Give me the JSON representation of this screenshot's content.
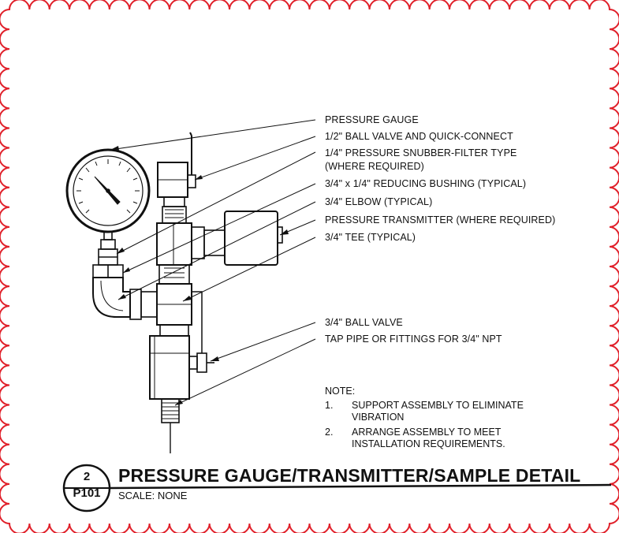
{
  "callouts": [
    {
      "id": "pressure-gauge",
      "text": "PRESSURE GAUGE"
    },
    {
      "id": "ball-valve-quick",
      "text": "1/2\" BALL VALVE AND QUICK-CONNECT"
    },
    {
      "id": "snubber",
      "text": "1/4\" PRESSURE SNUBBER-FILTER TYPE"
    },
    {
      "id": "snubber-2",
      "text": "(WHERE REQUIRED)"
    },
    {
      "id": "bushing",
      "text": "3/4\" x 1/4\" REDUCING BUSHING (TYPICAL)"
    },
    {
      "id": "elbow",
      "text": "3/4\" ELBOW (TYPICAL)"
    },
    {
      "id": "transmitter",
      "text": "PRESSURE TRANSMITTER (WHERE REQUIRED)"
    },
    {
      "id": "tee",
      "text": "3/4\" TEE (TYPICAL)"
    },
    {
      "id": "ball-valve",
      "text": "3/4\" BALL VALVE"
    },
    {
      "id": "tap-pipe",
      "text": "TAP PIPE OR FITTINGS FOR 3/4\" NPT"
    }
  ],
  "note": {
    "heading": "NOTE:",
    "items": [
      {
        "num": "1.",
        "line1": "SUPPORT ASSEMBLY TO ELIMINATE",
        "line2": "VIBRATION"
      },
      {
        "num": "2.",
        "line1": "ARRANGE ASSEMBLY TO MEET",
        "line2": "INSTALLATION REQUIREMENTS."
      }
    ]
  },
  "detail": {
    "number": "2",
    "sheet": "P101",
    "title": "PRESSURE GAUGE/TRANSMITTER/SAMPLE DETAIL",
    "scale": "SCALE: NONE"
  },
  "colors": {
    "border": "#e0202a",
    "ink": "#111111"
  }
}
